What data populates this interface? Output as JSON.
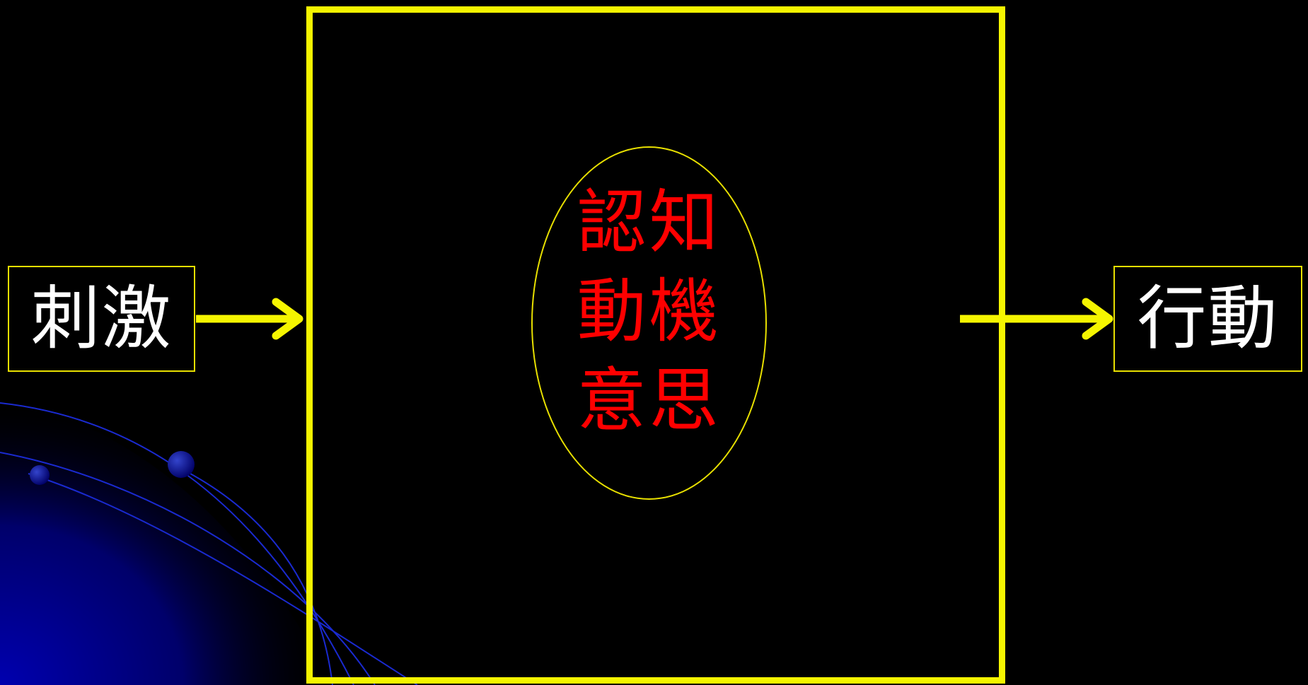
{
  "diagram": {
    "input_label": "刺激",
    "output_label": "行動",
    "core_lines": [
      "認知",
      "動機",
      "意思"
    ]
  },
  "colors": {
    "background": "#000000",
    "frame_yellow": "#f5f500",
    "input_output_text": "#ffffff",
    "core_text": "#ff0000",
    "decor_blue": "#0000aa"
  },
  "icons": {
    "input_arrow": "arrow-right-icon",
    "output_arrow": "arrow-right-icon"
  }
}
